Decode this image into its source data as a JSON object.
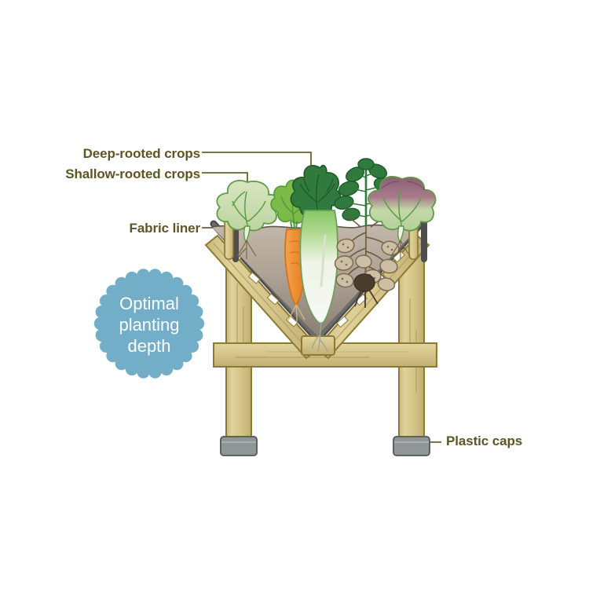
{
  "diagram": {
    "title": "Deep root vegetable planter cross-section",
    "background": "#ffffff"
  },
  "labels": {
    "deep_rooted": "Deep-rooted crops",
    "shallow_rooted": "Shallow-rooted crops",
    "fabric_liner": "Fabric liner",
    "plastic_caps": "Plastic caps"
  },
  "badge": {
    "line1": "Optimal",
    "line2": "planting",
    "line3": "depth",
    "color": "#73aec8",
    "text_color": "#ffffff"
  },
  "colors": {
    "label_text": "#5c5524",
    "leader_line": "#6b6226",
    "wood_fill": "#d8c78b",
    "wood_fill_dark": "#c3b072",
    "wood_outline": "#8a7a34",
    "soil_top": "#bcb1a3",
    "soil_bottom": "#8d8178",
    "liner_dark": "#4e4f4d",
    "cap_grey": "#8e9396",
    "cap_outline": "#5c6163",
    "lettuce_green": "#cfe0b4",
    "lettuce_outline": "#5d9b47",
    "carrot_orange": "#ef9035",
    "carrot_outline": "#d4721c",
    "daikon_white": "#f4f6f2",
    "daikon_green": "#8fc96a",
    "potato_tuber": "#cdbfa4",
    "potato_outline": "#7d6a4e",
    "red_lettuce": "#8b5d73",
    "dark_green": "#2f7a3c"
  },
  "crops": [
    {
      "name": "green-lettuce",
      "type": "shallow-rooted",
      "position": "left"
    },
    {
      "name": "carrot",
      "type": "deep-rooted",
      "position": "center-left"
    },
    {
      "name": "daikon-radish",
      "type": "deep-rooted",
      "position": "center"
    },
    {
      "name": "potato",
      "type": "tuber",
      "position": "center-right"
    },
    {
      "name": "red-lettuce",
      "type": "shallow-rooted",
      "position": "right"
    }
  ]
}
